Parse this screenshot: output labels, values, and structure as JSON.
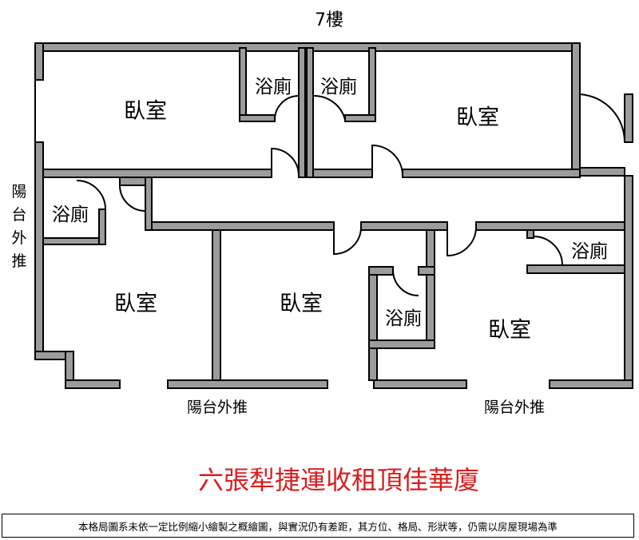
{
  "floor": "7樓",
  "rooms": {
    "bedroom_top_left": "臥室",
    "bedroom_top_right": "臥室",
    "bedroom_bottom_left": "臥室",
    "bedroom_bottom_mid": "臥室",
    "bedroom_bottom_right": "臥室"
  },
  "baths": {
    "bath_top_a": "浴廁",
    "bath_top_b": "浴廁",
    "bath_left": "浴廁",
    "bath_mid": "浴廁",
    "bath_right": "浴廁"
  },
  "balconies": {
    "left": "陽台外推",
    "bottom_left": "陽台外推",
    "bottom_right": "陽台外推"
  },
  "title": "六張犁捷運收租頂佳華廈",
  "disclaimer": "本格局圖系未依一定比例縮小繪製之概繪圖，與實況仍有差距，其方位、格局、形狀等，仍需以房屋現場為準"
}
